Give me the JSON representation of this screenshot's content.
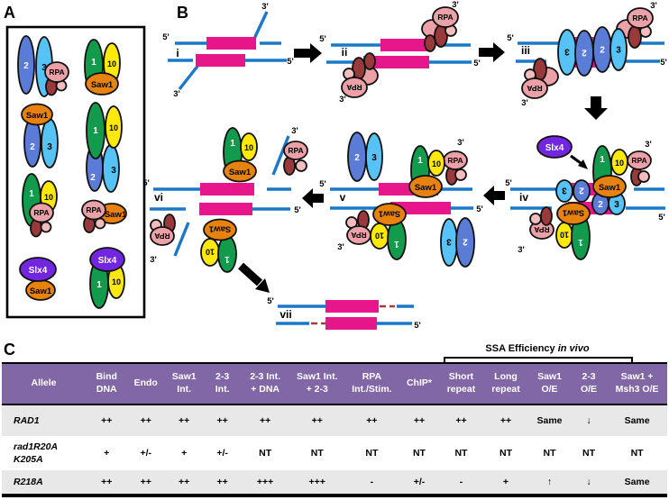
{
  "panel_labels": {
    "a": "A",
    "b": "B",
    "c": "C"
  },
  "proteins": {
    "one": "1",
    "ten": "10",
    "two": "2",
    "three": "3",
    "rpa": "RPA",
    "saw1": "Saw1",
    "slx4": "Slx4"
  },
  "dna_ends": {
    "five": "5'",
    "three": "3'"
  },
  "steps": {
    "i": "i",
    "ii": "ii",
    "iii": "iii",
    "iv": "iv",
    "v": "v",
    "vi": "vi",
    "vii": "vii"
  },
  "colors": {
    "protein_1_green": "#129a4d",
    "protein_10_yellow": "#ffe90a",
    "protein_2_blue": "#5b7cd6",
    "protein_3_light_blue": "#57c2f5",
    "saw1_orange": "#e8820e",
    "slx4_purple": "#7226e0",
    "rpa_pink": "#eba1a7",
    "rpa_dark_red": "#98393b",
    "repeat_magenta": "#e8168b",
    "dna_blue": "#1b78c8",
    "table_header_purple": "#8167a6",
    "row_gray": "#e8e8e8"
  },
  "table": {
    "group_header_text": "SSA Efficiency ",
    "group_header_italic": "in vivo",
    "columns": [
      "Allele",
      "Bind\nDNA",
      "Endo",
      "Saw1\nInt.",
      "2-3\nInt.",
      "2-3 Int.\n+ DNA",
      "Saw1 Int.\n+ 2-3",
      "RPA\nInt./Stim.",
      "ChIP*",
      "Short\nrepeat",
      "Long\nrepeat",
      "Saw1\nO/E",
      "2-3\nO/E",
      "Saw1 +\nMsh3 O/E"
    ],
    "rows": [
      {
        "allele": "RAD1",
        "values": [
          "++",
          "++",
          "++",
          "++",
          "++",
          "++",
          "++",
          "++",
          "++",
          "++",
          "Same",
          "↓",
          "Same"
        ]
      },
      {
        "allele": "rad1R20A\nK205A",
        "values": [
          "+",
          "+/-",
          "+",
          "+/-",
          "NT",
          "NT",
          "NT",
          "NT",
          "NT",
          "NT",
          "NT",
          "NT",
          "NT"
        ]
      },
      {
        "allele": "R218A",
        "values": [
          "++",
          "++",
          "++",
          "++",
          "+++",
          "+++",
          "-",
          "+/-",
          "-",
          "+",
          "↑",
          "↓",
          "Same"
        ]
      }
    ]
  }
}
